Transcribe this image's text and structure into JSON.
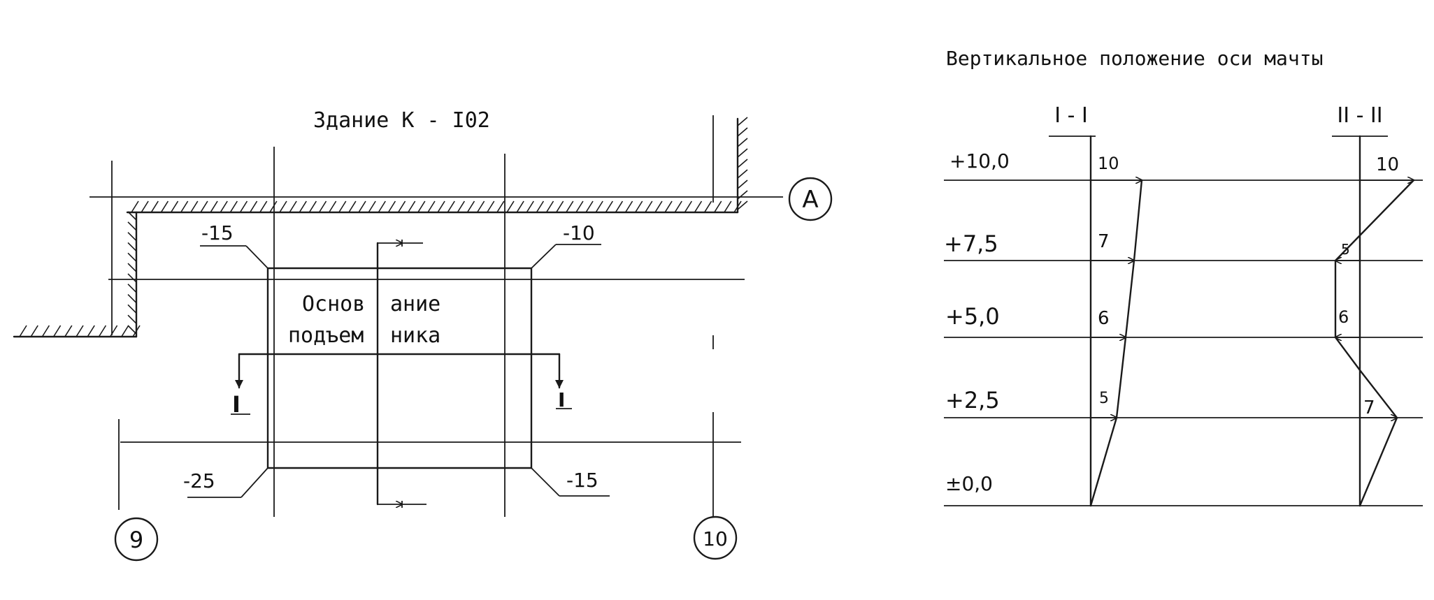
{
  "plan": {
    "title": "Здание К - I02",
    "axis_a": "A",
    "axis_9": "9",
    "axis_10": "10",
    "label_left_1": "Основ",
    "label_right_1": "ание",
    "label_left_2": "подъем",
    "label_right_2": "ника",
    "corner_tl": "-15",
    "corner_tr": "-10",
    "corner_bl": "-25",
    "corner_br": "-15",
    "section_left": "I",
    "section_right": "I"
  },
  "profile": {
    "title": "Вертикальное положение оси мачты",
    "section_1": "I - I",
    "section_2": "II - II",
    "levels": [
      "+10,0",
      "+7,5",
      "+5,0",
      "+2,5",
      "±0,0"
    ],
    "section_1_values": [
      "10",
      "7",
      "6",
      "5"
    ],
    "section_2_values": [
      "10",
      "5",
      "6",
      "7"
    ]
  }
}
